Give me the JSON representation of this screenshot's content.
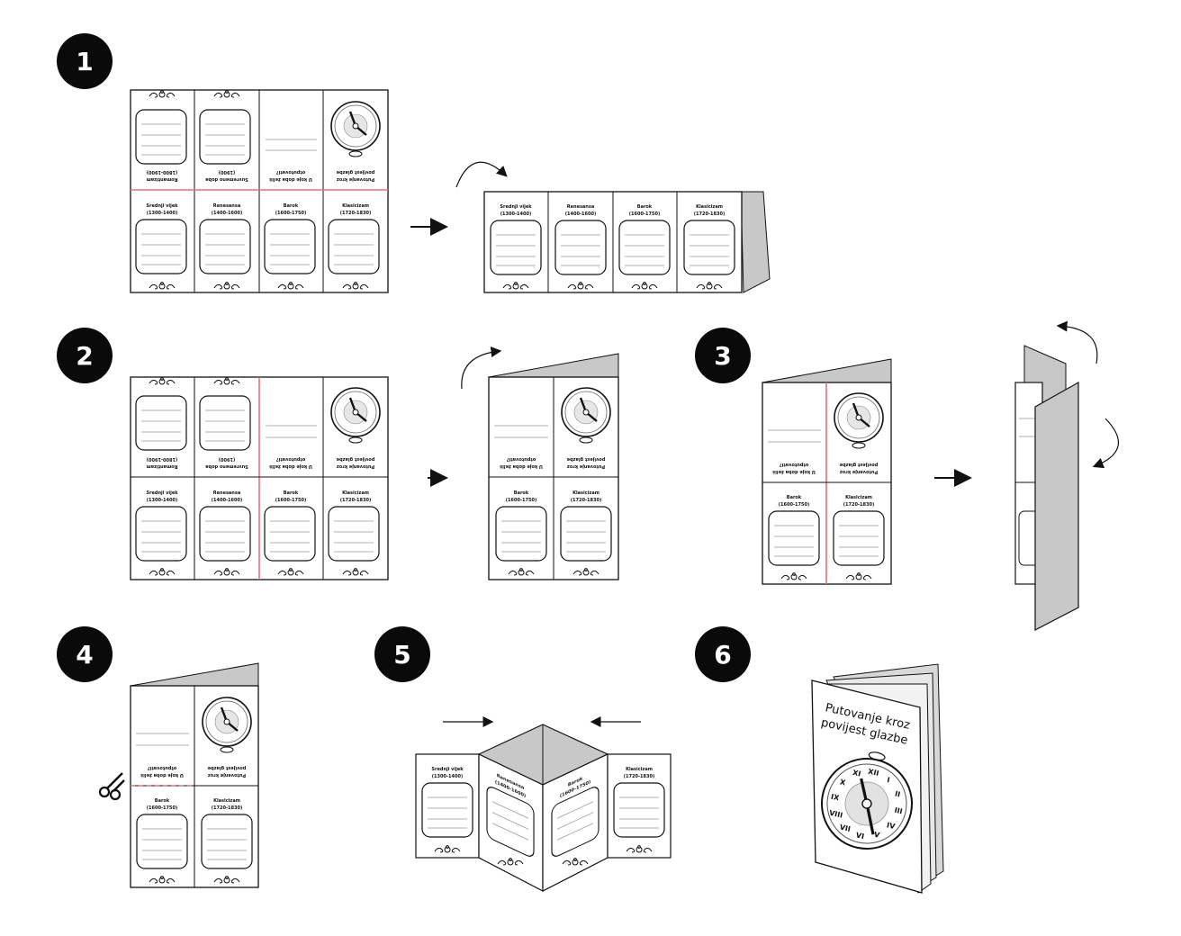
{
  "steps": [
    {
      "number": "1"
    },
    {
      "number": "2"
    },
    {
      "number": "3"
    },
    {
      "number": "4"
    },
    {
      "number": "5"
    },
    {
      "number": "6"
    }
  ],
  "panels": {
    "p1": {
      "title": "Srednji vijek",
      "range": "(1300-1400)"
    },
    "p2": {
      "title": "Renesansa",
      "range": "(1400-1600)"
    },
    "p3": {
      "title": "Barok",
      "range": "(1600-1750)"
    },
    "p4": {
      "title": "Klasicizam",
      "range": "(1720-1830)"
    },
    "p5": {
      "title": "Romantizam",
      "range": "(1800-1900)"
    },
    "p6": {
      "title": "Suvremeno doba",
      "range": "(1900)"
    },
    "p7": {
      "line1": "U koje doba želiš",
      "line2": "otputovati?"
    },
    "p8": {
      "line1": "Putovanje kroz",
      "line2": "povijest glazbe"
    }
  },
  "cover": {
    "line1": "Putovanje kroz",
    "line2": "povijest glazbe"
  },
  "clock_numerals": [
    "XII",
    "I",
    "II",
    "III",
    "IV",
    "V",
    "VI",
    "VII",
    "VIII",
    "IX",
    "X",
    "XI"
  ],
  "colors": {
    "fold_line": "#e8707a",
    "shade": "#c8c8c8",
    "ink": "#111111",
    "badge": "#0a0a0a"
  }
}
